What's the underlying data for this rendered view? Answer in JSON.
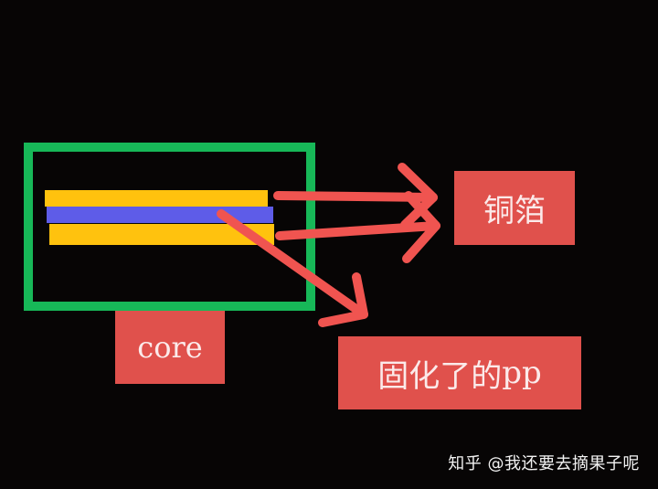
{
  "diagram": {
    "title": "",
    "labels": {
      "core": "core",
      "copper_foil": "铜箔",
      "cured_pp_cn": "固化了的",
      "cured_pp_latin": "pp"
    },
    "layers": [
      {
        "name": "copper-foil-top",
        "color": "#ffc20e"
      },
      {
        "name": "prepreg",
        "color": "#5e5ce8"
      },
      {
        "name": "copper-foil-bottom",
        "color": "#ffc20e"
      }
    ],
    "colors": {
      "background": "#070505",
      "frame": "#17b858",
      "label_box": "#e0514c",
      "arrow": "#f05450"
    },
    "arrows": [
      {
        "from": "copper-foil-top",
        "to": "copper_foil"
      },
      {
        "from": "copper-foil-bottom",
        "to": "copper_foil"
      },
      {
        "from": "prepreg",
        "to": "cured_pp"
      }
    ]
  },
  "watermark": "知乎 @我还要去摘果子呢"
}
